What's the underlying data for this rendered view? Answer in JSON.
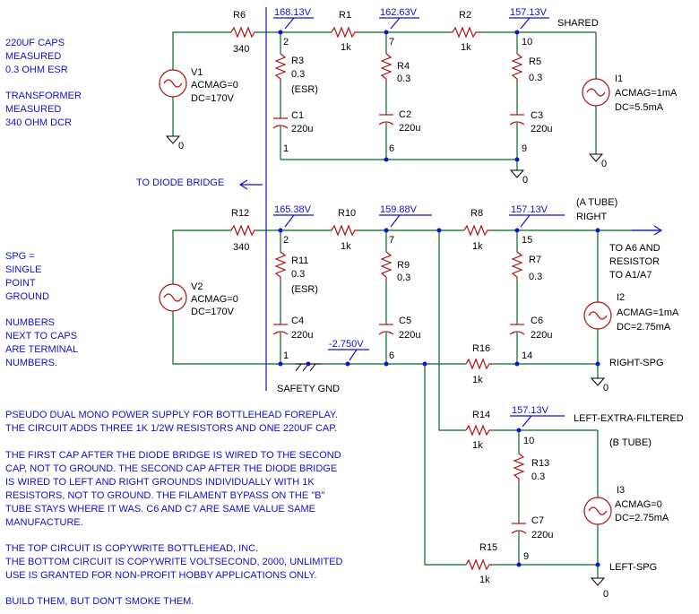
{
  "notes": {
    "caps": [
      "220UF CAPS",
      "MEASURED",
      "0.3 OHM ESR"
    ],
    "transformer": [
      "TRANSFORMER",
      "MEASURED",
      "340 OHM DCR"
    ],
    "spg": [
      "SPG =",
      "SINGLE",
      "POINT",
      "GROUND"
    ],
    "numbers": [
      "NUMBERS",
      "NEXT TO CAPS",
      "ARE TERMINAL",
      "NUMBERS."
    ],
    "description": [
      "PSEUDO DUAL MONO POWER SUPPLY FOR BOTTLEHEAD FOREPLAY.",
      "THE CIRCUIT ADDS THREE 1K 1/2W RESISTORS AND ONE 220UF CAP.",
      "",
      "THE FIRST CAP AFTER THE DIODE BRIDGE IS WIRED TO THE SECOND",
      "CAP, NOT TO GROUND. THE SECOND CAP AFTER THE DIODE BRIDGE",
      "IS WIRED TO LEFT AND RIGHT GROUNDS INDIVIDUALLY WITH 1K",
      "RESISTORS, NOT TO GROUND. THE FILAMENT BYPASS ON THE \"B\"",
      "TUBE STAYS WHERE IT WAS. C6 AND C7 ARE SAME VALUE SAME",
      "MANUFACTURE.",
      "",
      "THE TOP CIRCUIT IS COPYWRITE BOTTLEHEAD, INC.",
      "THE BOTTOM CIRCUIT IS COPYWRITE VOLTSECOND, 2000, UNLIMITED",
      "USE IS GRANTED FOR NON-PROFIT HOBBY APPLICATIONS ONLY.",
      "",
      "BUILD THEM, BUT DON'T SMOKE THEM."
    ]
  },
  "top": {
    "r6": {
      "name": "R6",
      "value": "340"
    },
    "r1": {
      "name": "R1",
      "value": "1k"
    },
    "r2": {
      "name": "R2",
      "value": "1k"
    },
    "r3": {
      "name": "R3",
      "value": "0.3",
      "note": "(ESR)"
    },
    "r4": {
      "name": "R4",
      "value": "0.3"
    },
    "r5": {
      "name": "R5",
      "value": "0.3"
    },
    "c1": {
      "name": "C1",
      "value": "220u"
    },
    "c2": {
      "name": "C2",
      "value": "220u"
    },
    "c3": {
      "name": "C3",
      "value": "220u"
    },
    "v1": {
      "name": "V1",
      "acmag": "ACMAG=0",
      "dc": "DC=170V"
    },
    "i1": {
      "name": "I1",
      "acmag": "ACMAG=1mA",
      "dc": "DC=5.5mA"
    },
    "probes": [
      "168.13V",
      "162.63V",
      "157.13V"
    ],
    "nodes": [
      "2",
      "7",
      "10",
      "1",
      "6",
      "9"
    ],
    "shared": "SHARED",
    "diode": "TO DIODE BRIDGE"
  },
  "bottom": {
    "r12": {
      "name": "R12",
      "value": "340"
    },
    "r10": {
      "name": "R10",
      "value": "1k"
    },
    "r8": {
      "name": "R8",
      "value": "1k"
    },
    "r11": {
      "name": "R11",
      "value": "0.3",
      "note": "(ESR)"
    },
    "r9": {
      "name": "R9",
      "value": "0.3"
    },
    "r7": {
      "name": "R7",
      "value": "0.3"
    },
    "r16": {
      "name": "R16",
      "value": "1k"
    },
    "r14": {
      "name": "R14",
      "value": "1k"
    },
    "r13": {
      "name": "R13",
      "value": "0.3"
    },
    "r15": {
      "name": "R15",
      "value": "1k"
    },
    "c4": {
      "name": "C4",
      "value": "220u"
    },
    "c5": {
      "name": "C5",
      "value": "220u"
    },
    "c6": {
      "name": "C6",
      "value": "220u"
    },
    "c7": {
      "name": "C7",
      "value": "220u"
    },
    "v2": {
      "name": "V2",
      "acmag": "ACMAG=0",
      "dc": "DC=170V"
    },
    "i2": {
      "name": "I2",
      "acmag": "ACMAG=1mA",
      "dc": "DC=2.75mA"
    },
    "i3": {
      "name": "I3",
      "acmag": "ACMAG=0",
      "dc": "DC=2.75mA"
    },
    "probes": [
      "165.38V",
      "159.88V",
      "157.13V",
      "-2.750V",
      "157.13V"
    ],
    "nodes": [
      "2",
      "7",
      "15",
      "1",
      "6",
      "14",
      "10",
      "9"
    ],
    "atube": "(A TUBE)",
    "right": "RIGHT",
    "to_a6": [
      "TO A6 AND",
      "RESISTOR",
      "TO A1/A7"
    ],
    "right_spg": "RIGHT-SPG",
    "safety": "SAFETY GND",
    "left_extra": "LEFT-EXTRA-FILTERED",
    "btube": "(B TUBE)",
    "left_spg": "LEFT-SPG"
  },
  "ground_label": "0"
}
